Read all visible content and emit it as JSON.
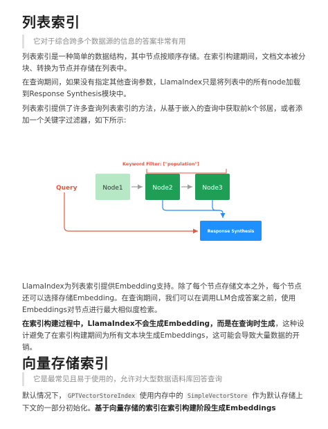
{
  "section1": {
    "title": "列表索引",
    "quote": "它对于综合跨多个数据源的信息的答案非常有用",
    "p1": "列表索引是一种简单的数据结构，其中节点按顺序存储。在索引构建期间，文档文本被分块、转换为节点并存储在列表中。",
    "p2": "在查询期间，如果没有指定其他查询参数，LlamaIndex只是将列表中的所有node加载到Response Synthesis模块中。",
    "p3": "列表索引提供了许多查询列表索引的方法，从基于嵌入的查询中获取前k个邻居，或者添加一个关键字过滤器，如下所示:",
    "p4": "LlamaIndex为列表索引提供Embedding支持。除了每个节点存储文本之外，每个节点还可以选择存储Embedding。在查询期间，我们可以在调用LLM合成答案之前，使用Embeddings对节点进行最大相似度检索。",
    "p5_bold": "在索引构建过程中，LlamaIndex不会生成Embedding，而是在查询时生成",
    "p5_rest": "，这种设计避免了在索引构建期间为所有文本块生成Embeddings，这可能会导致大量数据的开销。"
  },
  "diagram": {
    "filter_label": "Keyword Filter: [\"population\"]",
    "query_label": "Query",
    "nodes": [
      "Node1",
      "Node2",
      "Node3"
    ],
    "synth_label": "Response Synthesis",
    "colors": {
      "query": "#e8573f",
      "filter": "#e8573f",
      "node_light": "#b7e8c6",
      "node_dark": "#1f9e55",
      "synth": "#1e90ff",
      "arrow_blue": "#1e90ff",
      "arrow_gray": "#9e9e9e"
    }
  },
  "section2": {
    "title": "向量存储索引",
    "quote": "它是最常见且易于使用的，允许对大型数据语料库回答查询",
    "p1_pre": "默认情况下，",
    "code1": "GPTVectorStoreIndex",
    "p1_mid": " 使用内存中的 ",
    "code2": "SimpleVectorStore",
    "p1_post": " 作为默认存储上下文的一部分初始化。",
    "p1_bold": "基于向量存储的索引在索引构建阶段生成Embeddings"
  }
}
